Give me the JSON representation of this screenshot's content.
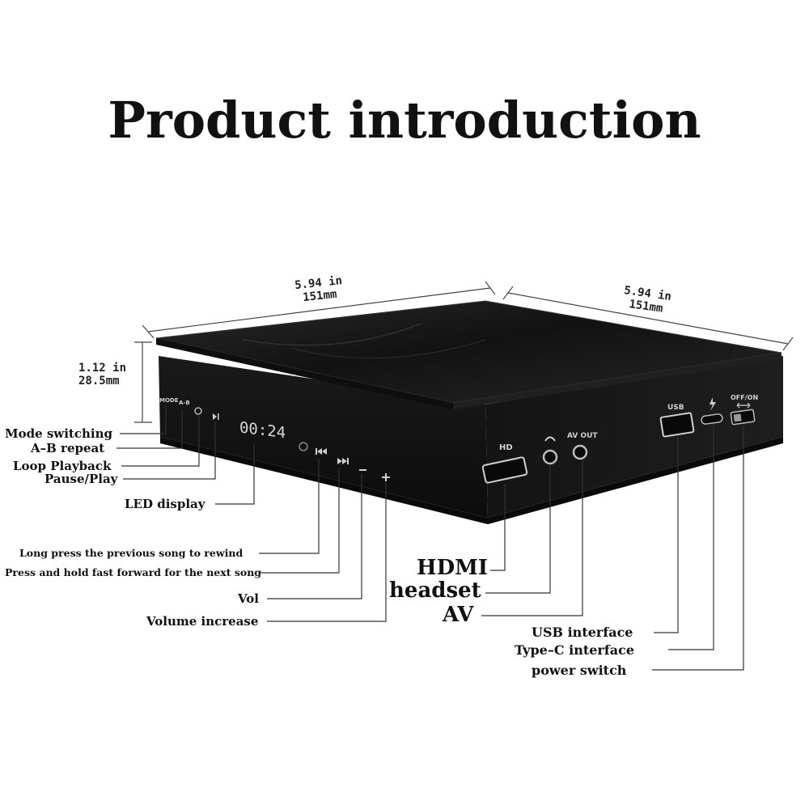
{
  "title": "Product introduction",
  "dimensions": {
    "width_in": "5.94 in",
    "width_mm": "151mm",
    "depth_in": "5.94 in",
    "depth_mm": "151mm",
    "height_in": "1.12 in",
    "height_mm": "28.5mm"
  },
  "device": {
    "led_time": "00:24",
    "mode_key": "MODE",
    "ab_key": "A-B",
    "hd_port": "HD",
    "av_out_port": "AV OUT",
    "usb_port": "USB",
    "switch_label": "OFF/ON"
  },
  "left_labels": {
    "mode_switching": "Mode switching",
    "ab_repeat": "A–B repeat",
    "loop_playback": "Loop Playback",
    "pause_play": "Pause/Play",
    "led_display": "LED display",
    "rewind": "Long press the previous song to rewind",
    "fast_forward": "Press and hold fast forward for the next song",
    "vol": "Vol",
    "volume_increase": "Volume increase"
  },
  "right_labels": {
    "hdmi": "HDMI",
    "headset": "headset",
    "av": "AV",
    "usb_interface": "USB interface",
    "typec_interface": "Type–C interface",
    "power_switch": "power switch"
  },
  "colors": {
    "device_body": "#141414",
    "device_top": "#1c1c1c",
    "leader_line": "#333333",
    "text": "#111111"
  }
}
